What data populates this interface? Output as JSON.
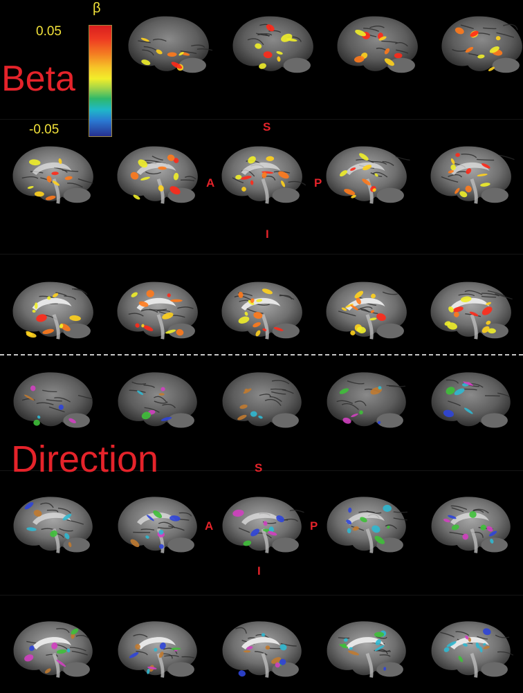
{
  "beta_section": {
    "label": "Beta",
    "colorbar": {
      "symbol": "β",
      "max_label": "0.05",
      "min_label": "-0.05",
      "colors": [
        "#d81e1e",
        "#f47f22",
        "#f2ee2a",
        "#2fb86a",
        "#1fb8c8",
        "#27308e"
      ]
    },
    "orientation": {
      "superior": "S",
      "inferior": "I",
      "anterior": "A",
      "posterior": "P"
    }
  },
  "direction_section": {
    "label": "Direction",
    "orientation": {
      "superior": "S",
      "inferior": "I",
      "anterior": "A",
      "posterior": "P"
    }
  },
  "overlay_colors": {
    "beta": [
      "#ff2a1a",
      "#ff7a1c",
      "#ffd21e",
      "#f0ee2a"
    ],
    "direction": [
      "#3fbf3a",
      "#2f45d8",
      "#30b8d0",
      "#c07a30",
      "#d040c0"
    ]
  }
}
